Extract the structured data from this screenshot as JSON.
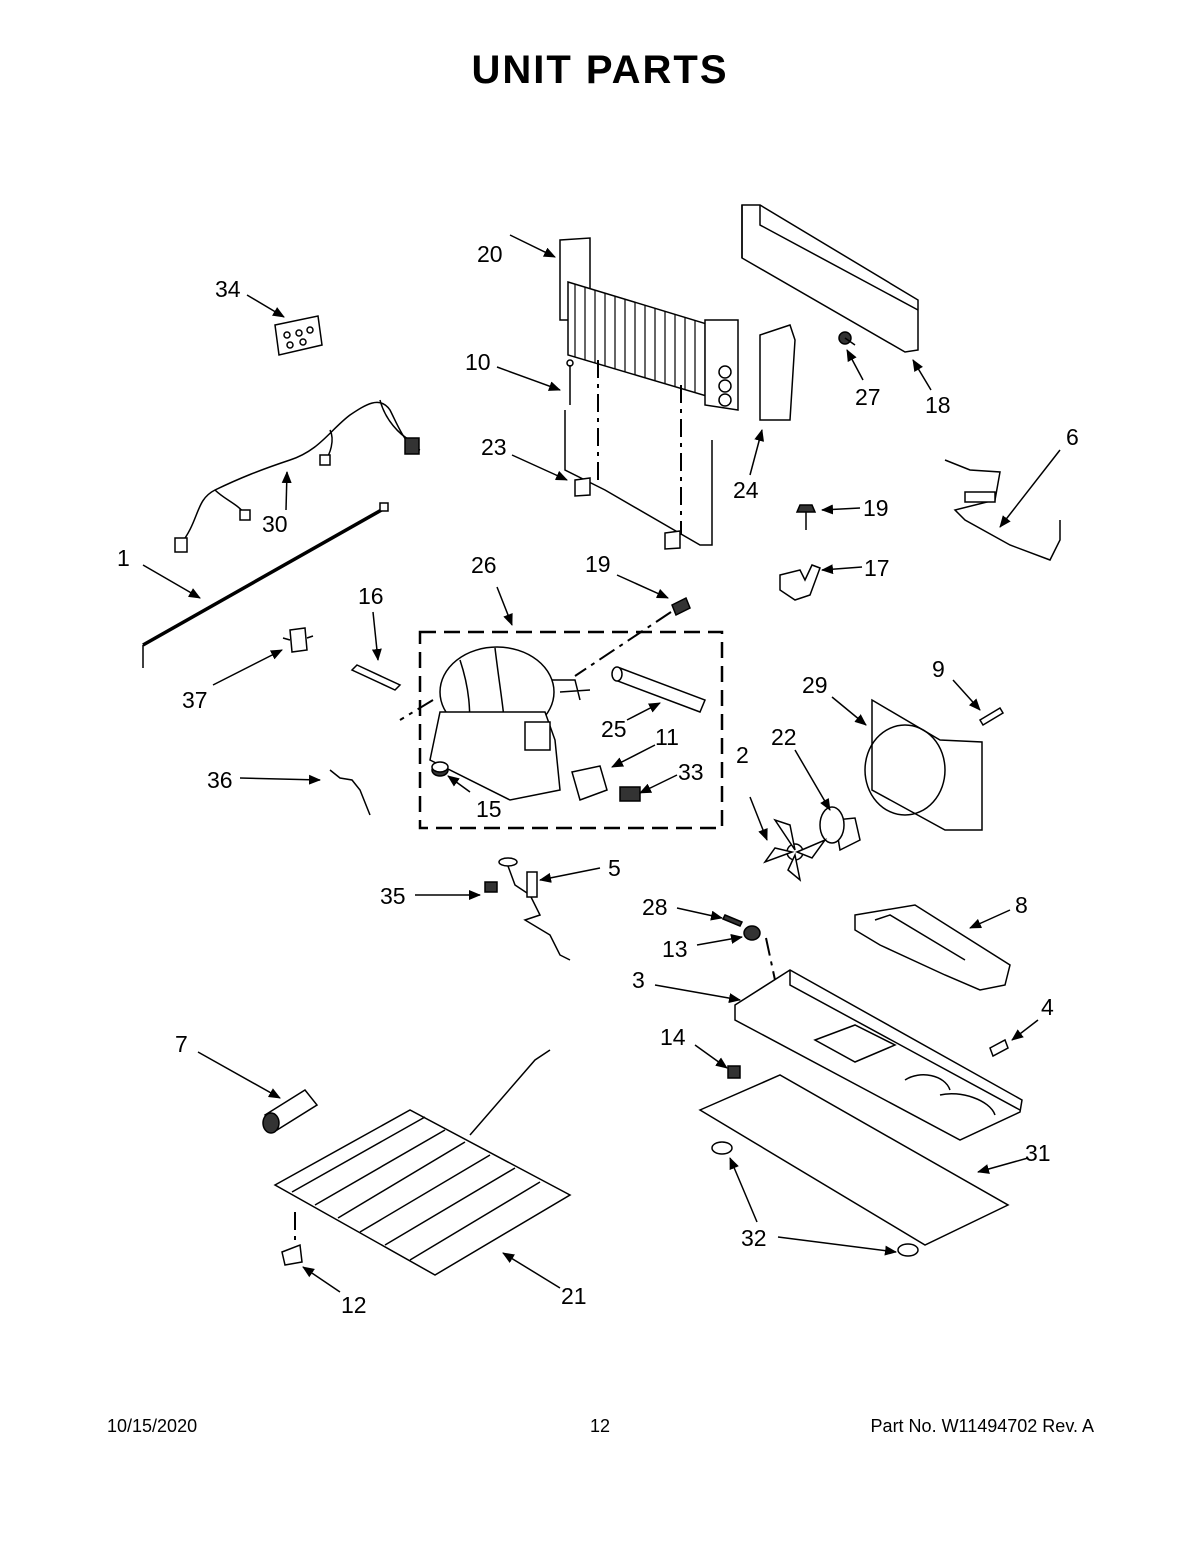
{
  "title": "UNIT PARTS",
  "footer": {
    "date": "10/15/2020",
    "page": "12",
    "part_no": "Part No.  W11494702  Rev.  A"
  },
  "callouts": {
    "c1": "1",
    "c2": "2",
    "c3": "3",
    "c4": "4",
    "c5": "5",
    "c6": "6",
    "c7": "7",
    "c8": "8",
    "c9": "9",
    "c10": "10",
    "c11": "11",
    "c12": "12",
    "c13": "13",
    "c14": "14",
    "c15": "15",
    "c16": "16",
    "c17": "17",
    "c19a": "19",
    "c19b": "19",
    "c20": "20",
    "c21": "21",
    "c22": "22",
    "c23": "23",
    "c24": "24",
    "c25": "25",
    "c26": "26",
    "c27": "27",
    "c28": "28",
    "c29": "29",
    "c30": "30",
    "c31": "31",
    "c32": "32",
    "c33": "33",
    "c34": "34",
    "c35": "35",
    "c36": "36",
    "c37": "37",
    "c18": "18"
  }
}
